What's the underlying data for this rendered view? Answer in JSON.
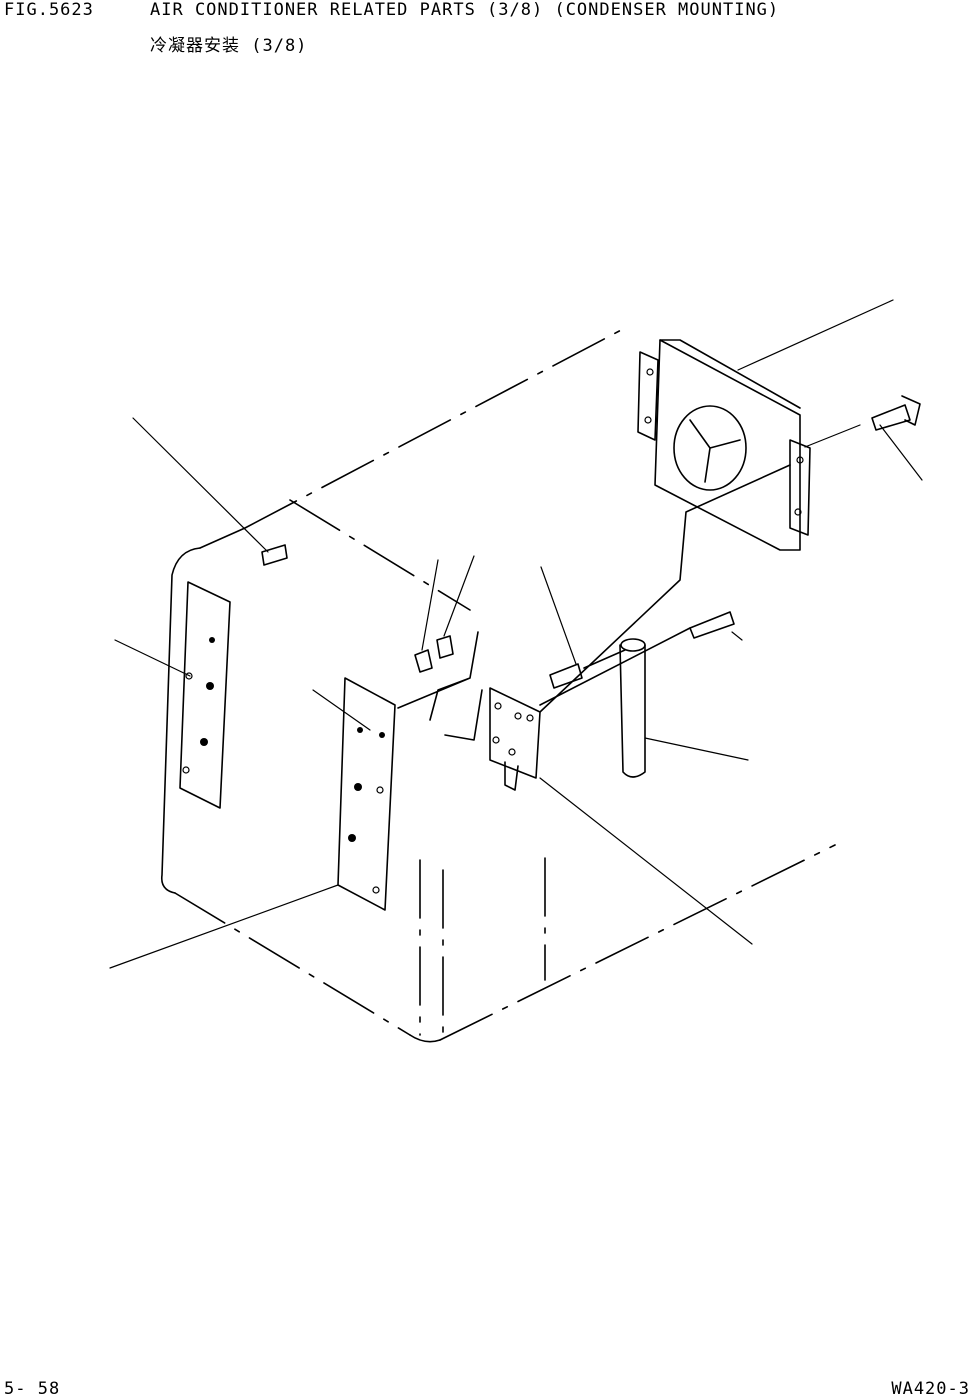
{
  "header": {
    "fig_number": "FIG.5623",
    "title": "AIR CONDITIONER RELATED PARTS (3/8) (CONDENSER MOUNTING)",
    "subtitle": "冷凝器安装 (3/8)"
  },
  "footer": {
    "page_number": "5- 58",
    "model": "WA420-3"
  }
}
